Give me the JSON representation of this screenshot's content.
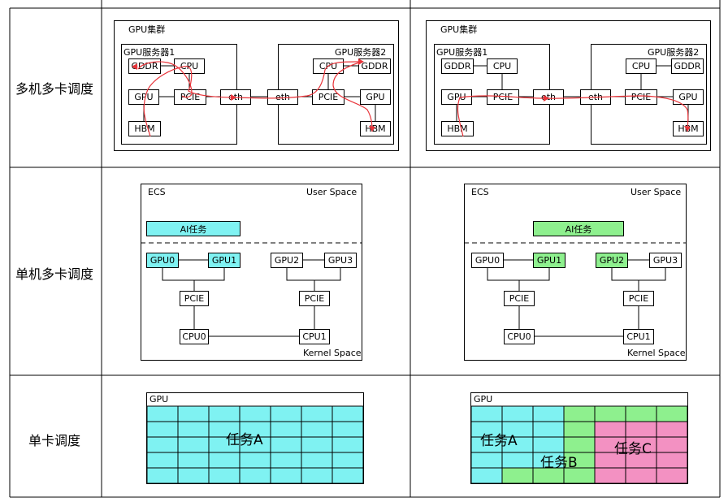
{
  "rows": {
    "multi_machine": "多机多卡调度",
    "single_machine": "单机多卡调度",
    "single_card": "单卡调度"
  },
  "cluster": {
    "title": "GPU集群",
    "server1": "GPU服务器1",
    "server2": "GPU服务器2",
    "gddr": "GDDR",
    "cpu": "CPU",
    "gpu": "GPU",
    "pcie": "PCIE",
    "hbm": "HBM",
    "eth": "eth"
  },
  "ecs": {
    "title": "ECS",
    "user_space": "User Space",
    "kernel_space": "Kernel Space",
    "ai_task": "AI任务",
    "gpu0": "GPU0",
    "gpu1": "GPU1",
    "gpu2": "GPU2",
    "gpu3": "GPU3",
    "pcie": "PCIE",
    "cpu0": "CPU0",
    "cpu1": "CPU1"
  },
  "card": {
    "title": "GPU",
    "task_a": "任务A",
    "task_b": "任务B",
    "task_c": "任务C"
  },
  "colors": {
    "cyan": "#7ff2f2",
    "green": "#8ef08e",
    "pink": "#f391c2",
    "path": "#e8343a"
  }
}
